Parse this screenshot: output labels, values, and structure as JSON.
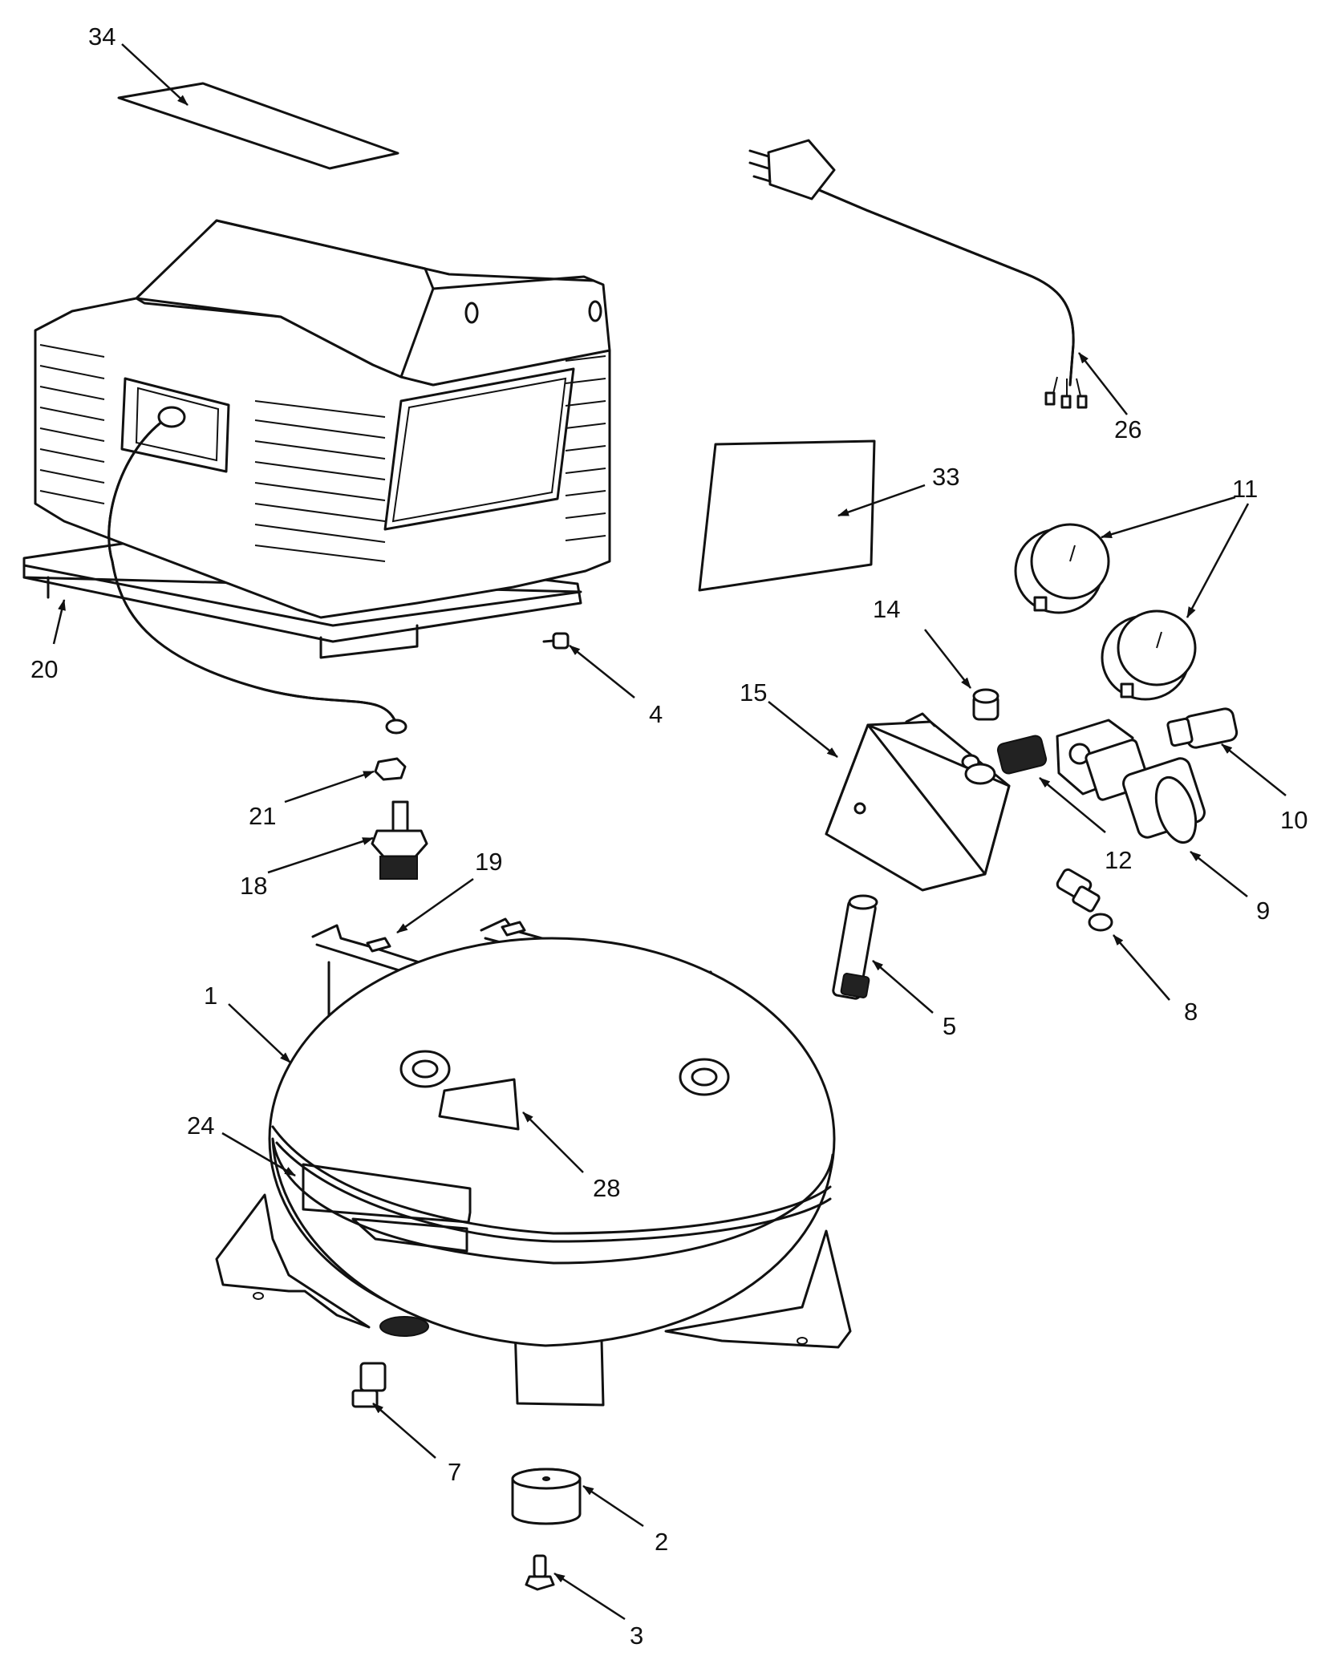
{
  "callouts": [
    {
      "id": "34",
      "text": "34"
    },
    {
      "id": "26",
      "text": "26"
    },
    {
      "id": "33",
      "text": "33"
    },
    {
      "id": "11",
      "text": "11"
    },
    {
      "id": "20",
      "text": "20"
    },
    {
      "id": "4",
      "text": "4"
    },
    {
      "id": "14",
      "text": "14"
    },
    {
      "id": "15",
      "text": "15"
    },
    {
      "id": "21",
      "text": "21"
    },
    {
      "id": "10",
      "text": "10"
    },
    {
      "id": "12",
      "text": "12"
    },
    {
      "id": "18",
      "text": "18"
    },
    {
      "id": "19",
      "text": "19"
    },
    {
      "id": "9",
      "text": "9"
    },
    {
      "id": "8",
      "text": "8"
    },
    {
      "id": "5",
      "text": "5"
    },
    {
      "id": "1",
      "text": "1"
    },
    {
      "id": "24",
      "text": "24"
    },
    {
      "id": "28",
      "text": "28"
    },
    {
      "id": "7",
      "text": "7"
    },
    {
      "id": "2",
      "text": "2"
    },
    {
      "id": "3",
      "text": "3"
    }
  ]
}
